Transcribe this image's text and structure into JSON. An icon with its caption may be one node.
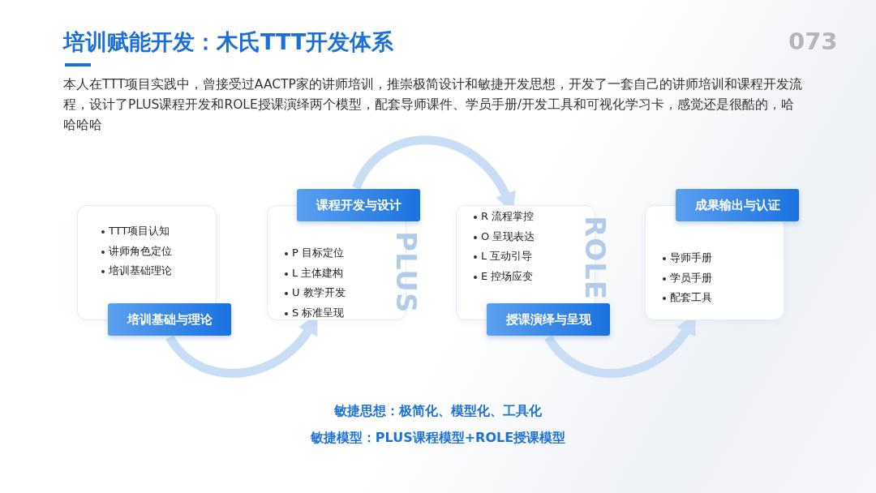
{
  "diagram": {
    "title": "培训赋能开发：木氏TTT开发体系",
    "nodes": [
      {
        "text": [
          "TTT项目认知",
          "讲师角色定位",
          "培训基础理论",
          "培训基础与理论"
        ]
      },
      {
        "text": [
          "课程开发与设计",
          "PLUS",
          "P 目标定位",
          "L 主体建构",
          "U 教学开发",
          "S 标准呈现"
        ]
      },
      {
        "text": [
          "R 流程掌控",
          "O 呈现表达",
          "L 互动引导",
          "E 控场应变",
          "ROLE",
          "授课演绎与呈现"
        ]
      },
      {
        "text": [
          "成果输出与认证",
          "导师手册",
          "学员手册",
          "配套工具"
        ]
      }
    ],
    "edges": [
      {
        "from": 0,
        "to": 1,
        "arrow": "to"
      },
      {
        "from": 1,
        "to": 2,
        "arrow": "to"
      },
      {
        "from": 2,
        "to": 3,
        "arrow": "to"
      }
    ],
    "labels": [
      "073",
      "本人在TTT项目实践中，曾接受过AACTP家的讲师培训，推崇极简设计和敏捷开发思想，开发了一套自己的讲师培训和课程开发流程，设计了PLUS课程开发和ROLE授课演绎两个模型，配套导师课件、学员手册/开发工具和可视化学习卡，感觉还是很酷的，哈哈哈哈",
      "敏捷思想：极简化、模型化、工具化",
      "敏捷模型：PLUS课程模型+ROLE授课模型"
    ]
  }
}
